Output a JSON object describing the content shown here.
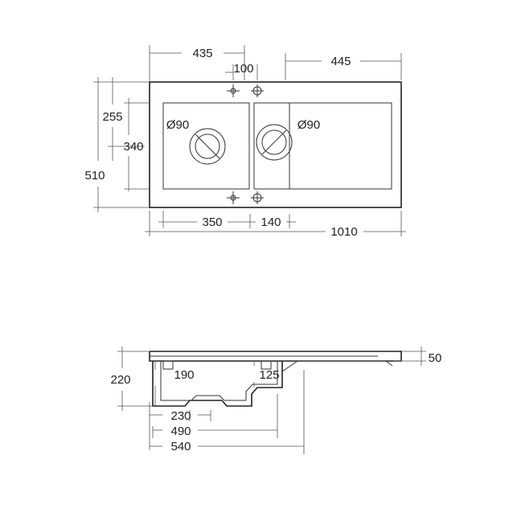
{
  "plan": {
    "dims": {
      "top_left_width": "435",
      "top_center_offset": "100",
      "top_right_width": "445",
      "left_255": "255",
      "left_340": "340",
      "left_510": "510",
      "bottom_350": "350",
      "bottom_140": "140",
      "bottom_1010": "1010"
    },
    "waste_labels": [
      "Ø90",
      "Ø90"
    ]
  },
  "section": {
    "dims": {
      "height_220": "220",
      "depth_190": "190",
      "depth_125": "125",
      "lip_50": "50",
      "w_230": "230",
      "w_490": "490",
      "w_540": "540"
    }
  },
  "colors": {
    "line": "#333333",
    "background": "#ffffff"
  }
}
